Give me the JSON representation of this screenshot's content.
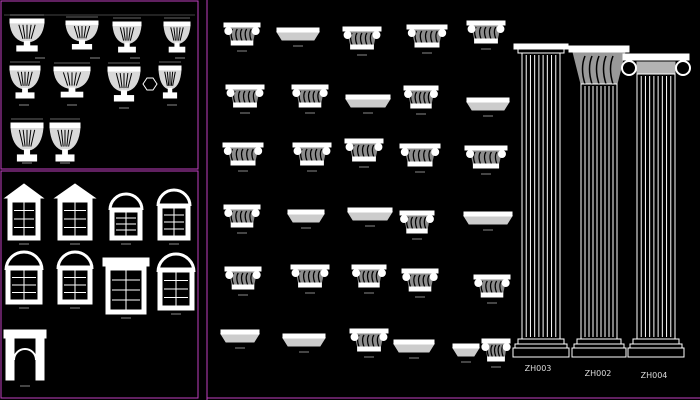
{
  "canvas": {
    "background": "#000000",
    "line_color": "#ffffff",
    "frame_color": "#c040c0"
  },
  "column_labels": [
    "ZH003",
    "ZH002",
    "ZH004"
  ]
}
